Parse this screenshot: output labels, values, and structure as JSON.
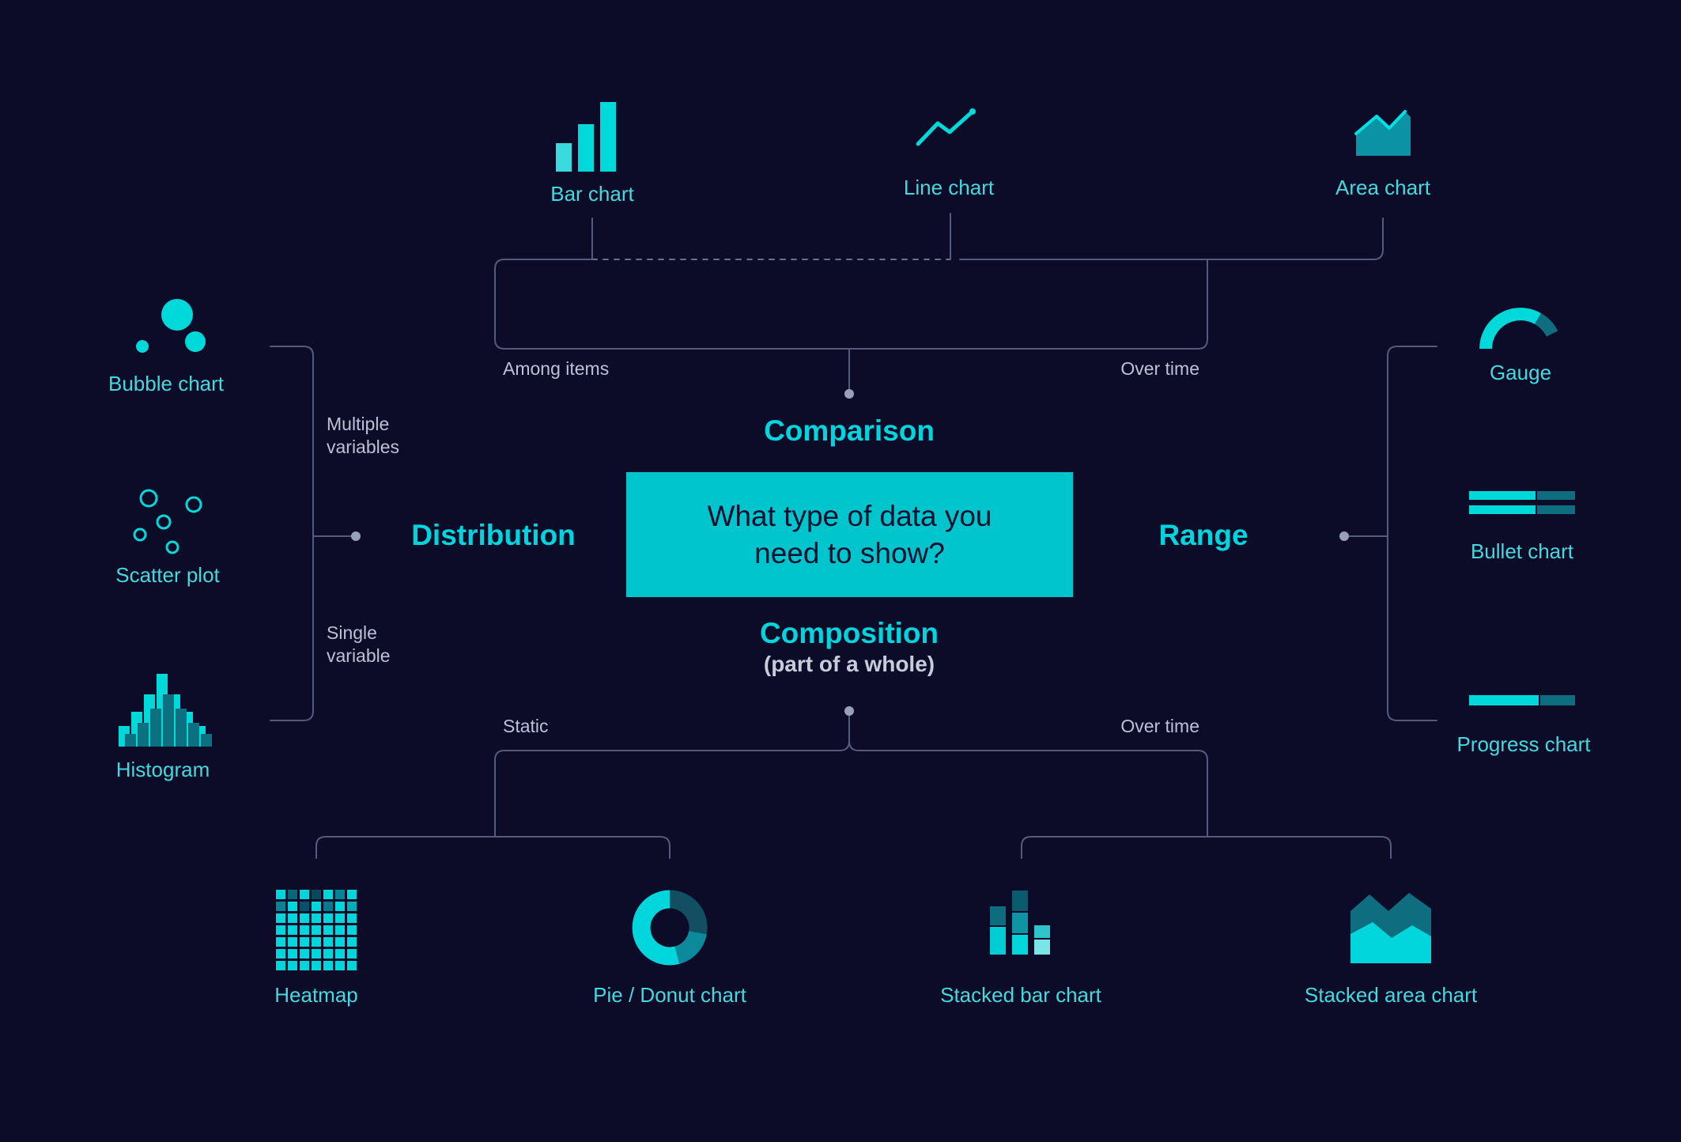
{
  "colors": {
    "background": "#0c0c28",
    "accent_bright": "#00d9d9",
    "accent_mid": "#0e95a5",
    "accent_dark": "#0e6e80",
    "box_fill": "#00c5cd",
    "box_text": "#0c1030",
    "heading_text": "#00d5de",
    "label_text": "#45d9de",
    "muted_text": "#bcc1d4",
    "connector_line": "#565b7e"
  },
  "center": {
    "question": "What type of data you\nneed to show?"
  },
  "branches": {
    "comparison": {
      "heading": "Comparison",
      "left_note": "Among items",
      "right_note": "Over time",
      "items": [
        {
          "label": "Bar chart",
          "icon": "bar-chart-icon"
        },
        {
          "label": "Line chart",
          "icon": "line-chart-icon"
        },
        {
          "label": "Area chart",
          "icon": "area-chart-icon"
        }
      ]
    },
    "distribution": {
      "heading": "Distribution",
      "top_note": "Multiple\nvariables",
      "bottom_note": "Single\nvariable",
      "items": [
        {
          "label": "Bubble chart",
          "icon": "bubble-chart-icon"
        },
        {
          "label": "Scatter plot",
          "icon": "scatter-plot-icon"
        },
        {
          "label": "Histogram",
          "icon": "histogram-icon"
        }
      ]
    },
    "range": {
      "heading": "Range",
      "items": [
        {
          "label": "Gauge",
          "icon": "gauge-icon"
        },
        {
          "label": "Bullet chart",
          "icon": "bullet-chart-icon"
        },
        {
          "label": "Progress chart",
          "icon": "progress-chart-icon"
        }
      ]
    },
    "composition": {
      "heading": "Composition",
      "subheading": "(part of a whole)",
      "left_note": "Static",
      "right_note": "Over time",
      "items": [
        {
          "label": "Heatmap",
          "icon": "heatmap-icon"
        },
        {
          "label": "Pie / Donut chart",
          "icon": "pie-donut-chart-icon"
        },
        {
          "label": "Stacked bar chart",
          "icon": "stacked-bar-chart-icon"
        },
        {
          "label": "Stacked area chart",
          "icon": "stacked-area-chart-icon"
        }
      ]
    }
  }
}
